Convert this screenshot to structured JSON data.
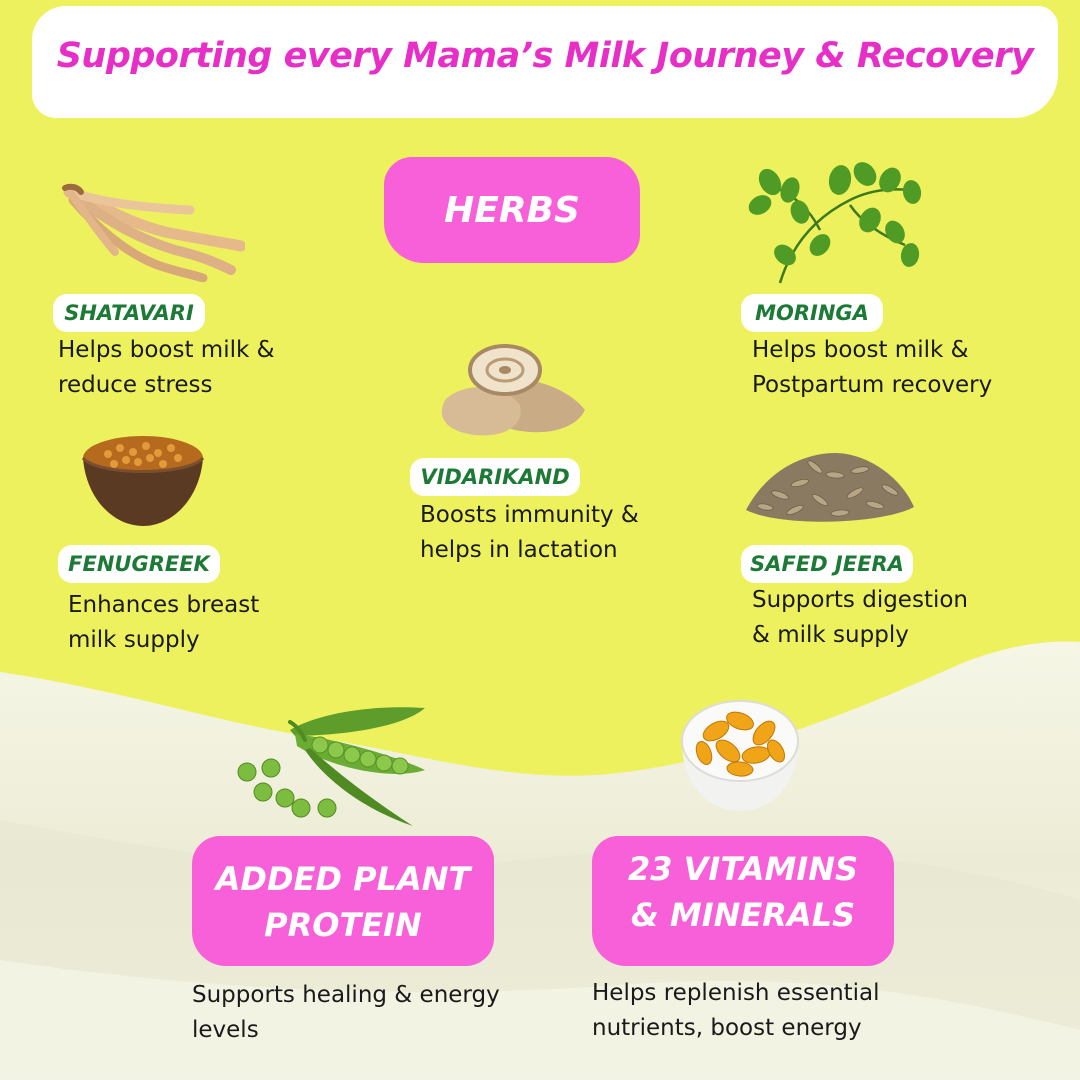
{
  "title": "Supporting every Mama’s Milk Journey & Recovery",
  "herbs_label": "HERBS",
  "colors": {
    "background": "#eef15e",
    "title_text": "#e72fc8",
    "pill": "#f760d9",
    "tag_text": "#1d7a36",
    "cream": "#efefdc"
  },
  "herbs": [
    {
      "name": "SHATAVARI",
      "lines": [
        "Helps boost milk &",
        "reduce stress"
      ],
      "icon": "shatavari-root-icon"
    },
    {
      "name": "MORINGA",
      "lines": [
        "Helps boost milk &",
        "Postpartum recovery"
      ],
      "icon": "moringa-leaves-icon"
    },
    {
      "name": "VIDARIKAND",
      "lines": [
        "Boosts immunity &",
        "helps in lactation"
      ],
      "icon": "vidarikand-tuber-icon"
    },
    {
      "name": "FENUGREEK",
      "lines": [
        "Enhances breast",
        "milk supply"
      ],
      "icon": "fenugreek-bowl-icon"
    },
    {
      "name": "SAFED JEERA",
      "lines": [
        "Supports  digestion",
        "& milk supply"
      ],
      "icon": "cumin-seeds-icon"
    }
  ],
  "features": [
    {
      "label_lines": [
        "ADDED PLANT",
        "PROTEIN"
      ],
      "lines": [
        "Supports healing & energy",
        "levels"
      ],
      "icon": "pea-pods-icon"
    },
    {
      "label_lines": [
        "23 VITAMINS",
        "& MINERALS"
      ],
      "lines": [
        "Helps replenish essential",
        "nutrients, boost energy"
      ],
      "icon": "softgel-bowl-icon"
    }
  ]
}
